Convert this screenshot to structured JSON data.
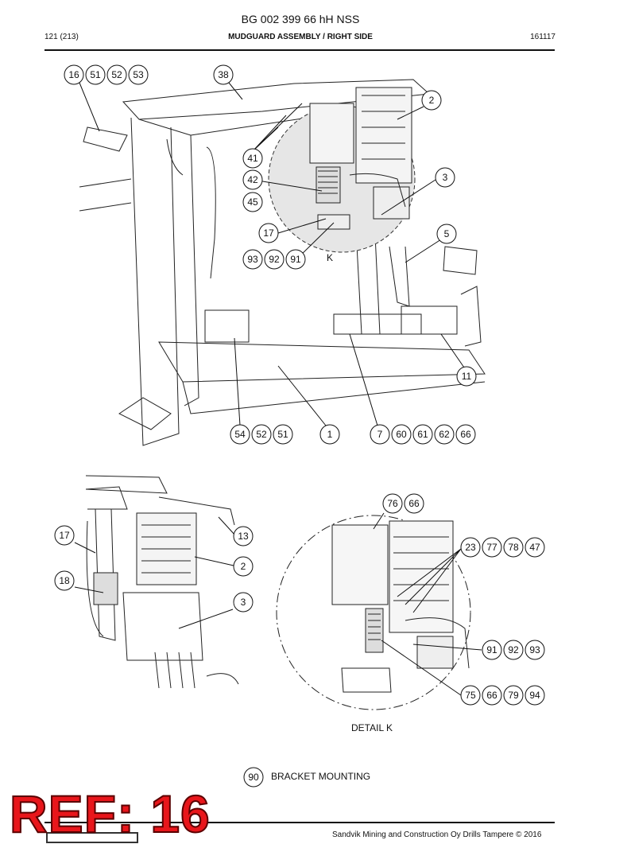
{
  "header": {
    "doc_title": "BG 002 399 66 hH NSS",
    "page": "121 (213)",
    "section_title": "MUDGUARD ASSEMBLY / RIGHT SIDE",
    "code": "161117"
  },
  "callouts_main": [
    "16",
    "51",
    "52",
    "53",
    "38",
    "2",
    "41",
    "42",
    "45",
    "3",
    "17",
    "5",
    "93",
    "92",
    "91",
    "11",
    "54",
    "52",
    "51",
    "1",
    "7",
    "60",
    "61",
    "62",
    "66"
  ],
  "callouts_lower": [
    "17",
    "13",
    "2",
    "18",
    "3",
    "76",
    "66",
    "23",
    "77",
    "78",
    "47",
    "91",
    "92",
    "93",
    "75",
    "66",
    "79",
    "94",
    "90"
  ],
  "labels": {
    "k_marker": "K",
    "detail_caption": "DETAIL K",
    "bracket_mounting": "BRACKET MOUNTING"
  },
  "stamp": "REF: 16",
  "footer": {
    "company": "Sandvik Mining and Construction Oy Drills Tampere © 2016"
  }
}
